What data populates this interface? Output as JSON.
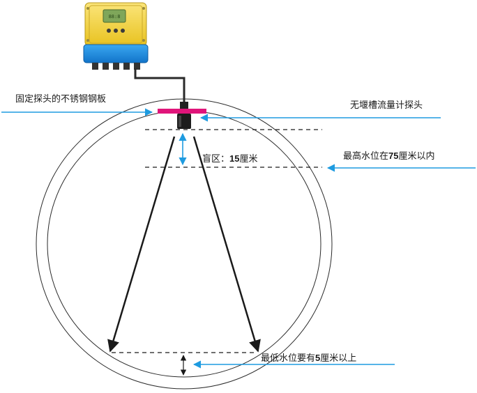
{
  "labels": {
    "steel_plate": "固定探头的不锈钢钢板",
    "probe": "无堰槽流量计探头",
    "max_level_prefix": "最高水位在",
    "max_level_value": "75",
    "max_level_suffix": "厘米以内",
    "blind_zone_prefix": "盲区：",
    "blind_zone_value": "15",
    "blind_zone_suffix": "厘米",
    "min_level_prefix": "最低水位要有",
    "min_level_value": "5",
    "min_level_suffix": "厘米以上"
  },
  "device": {
    "screen_text": "88:8",
    "icon": "flowmeter-transmitter-icon"
  },
  "colors": {
    "pipe": "#2a2a2a",
    "arrow_blue": "#1e9be0",
    "plate": "#e0157a",
    "beam": "#1a1a1a",
    "device_body": "#f3d43a",
    "device_base": "#1c8ee6",
    "dashes": "#1a1a1a"
  }
}
